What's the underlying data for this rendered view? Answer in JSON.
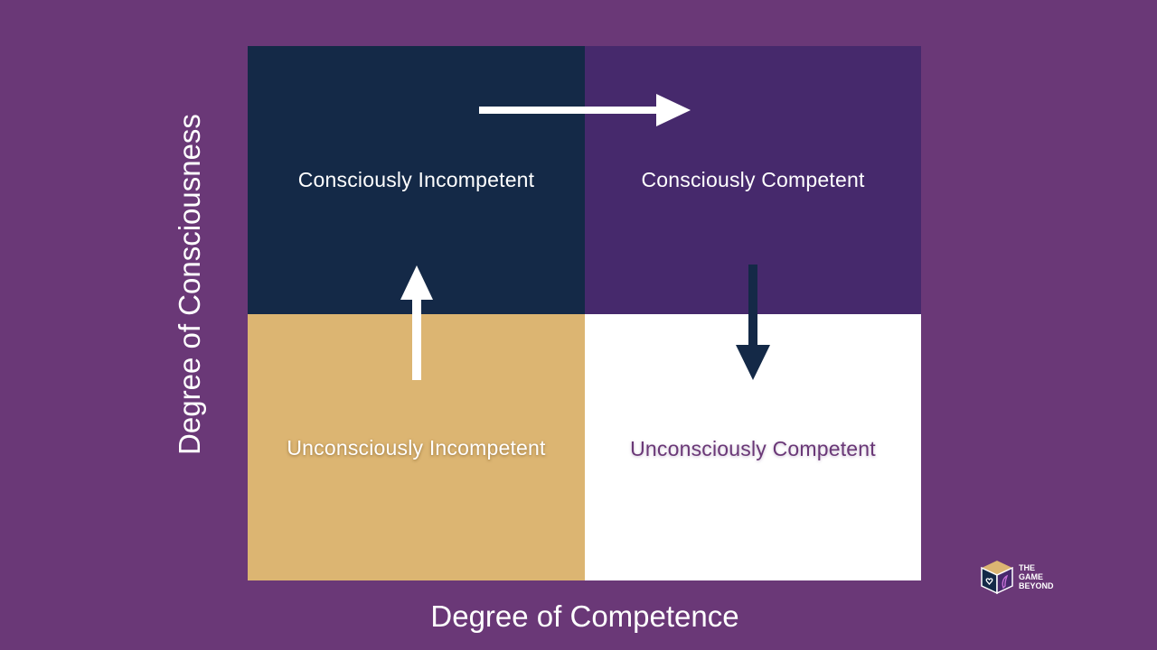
{
  "diagram": {
    "axes": {
      "y_label": "Degree of Consciousness",
      "x_label": "Degree of Competence"
    },
    "quadrants": [
      {
        "id": "consciously-incompetent",
        "label": "Consciously Incompetent",
        "color": "#142947"
      },
      {
        "id": "consciously-competent",
        "label": "Consciously Competent",
        "color": "#46296c"
      },
      {
        "id": "unconsciously-incompetent",
        "label": "Unconsciously Incompetent",
        "color": "#dcb572"
      },
      {
        "id": "unconsciously-competent",
        "label": "Unconsciously Competent",
        "color": "#ffffff"
      }
    ],
    "colors": {
      "background": "#6a3877",
      "arrow_light": "#ffffff",
      "arrow_dark": "#142947"
    }
  },
  "logo": {
    "line1": "THE",
    "line2": "GAME",
    "line3": "BEYOND"
  }
}
